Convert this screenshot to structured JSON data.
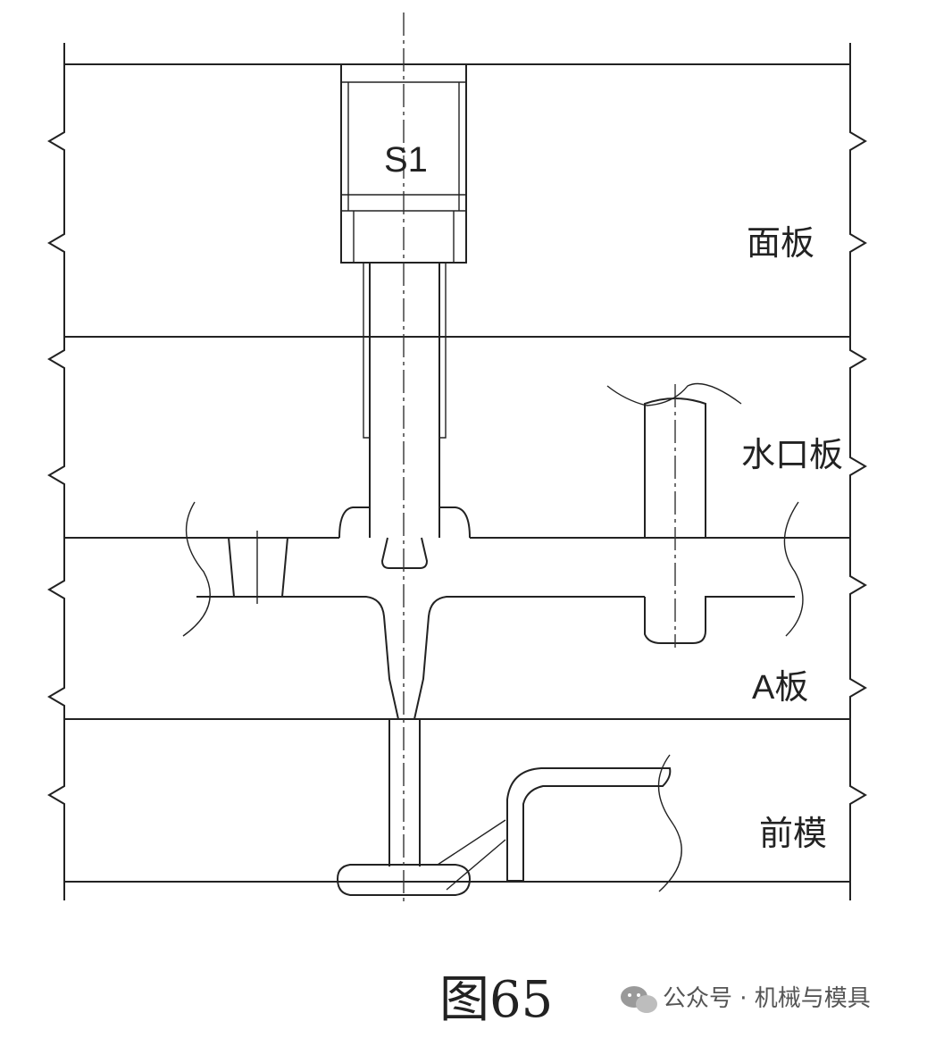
{
  "labels": {
    "bolt": "S1",
    "top_plate": "面板",
    "runner_plate": "水口板",
    "a_plate": "A板",
    "front_mold": "前模"
  },
  "caption": "图65",
  "watermark": {
    "icon": "wechat-icon",
    "text": "公众号 · 机械与模具"
  }
}
